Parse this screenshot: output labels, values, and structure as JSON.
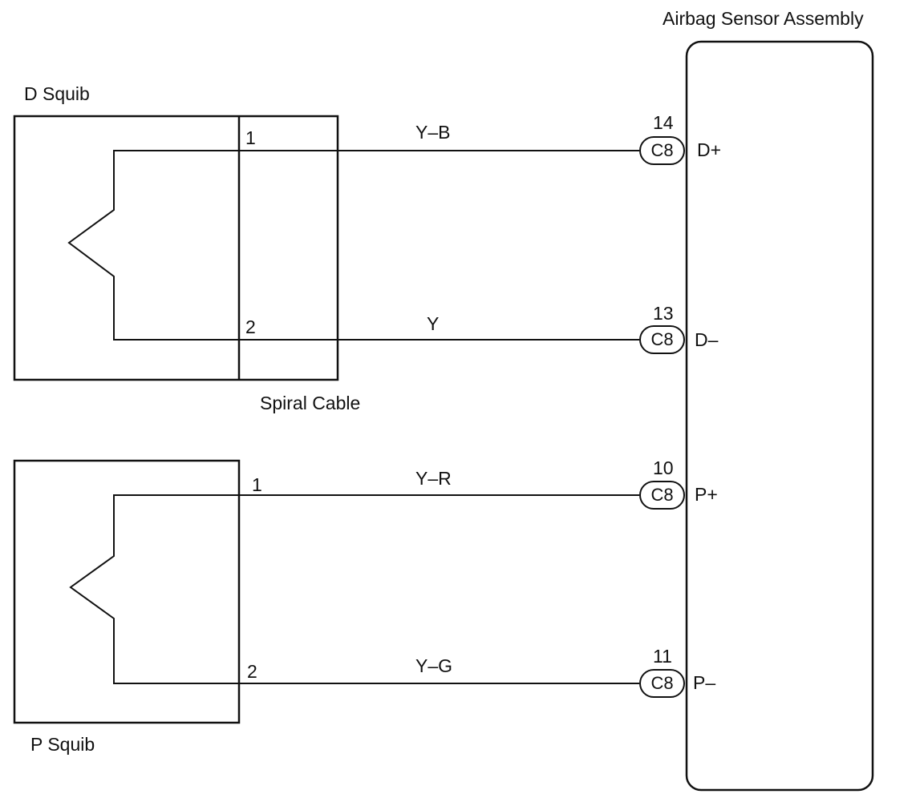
{
  "assembly": {
    "title": "Airbag Sensor Assembly"
  },
  "d_squib": {
    "label": "D Squib",
    "pin1": "1",
    "pin2": "2"
  },
  "spiral_cable": {
    "label": "Spiral Cable"
  },
  "p_squib": {
    "label": "P Squib",
    "pin1": "1",
    "pin2": "2"
  },
  "wires": [
    {
      "color_code": "Y–B",
      "pin": "14",
      "connector": "C8",
      "terminal": "D+"
    },
    {
      "color_code": "Y",
      "pin": "13",
      "connector": "C8",
      "terminal": "D–"
    },
    {
      "color_code": "Y–R",
      "pin": "10",
      "connector": "C8",
      "terminal": "P+"
    },
    {
      "color_code": "Y–G",
      "pin": "11",
      "connector": "C8",
      "terminal": "P–"
    }
  ],
  "colors": {
    "line": "#111111",
    "background": "#ffffff"
  }
}
